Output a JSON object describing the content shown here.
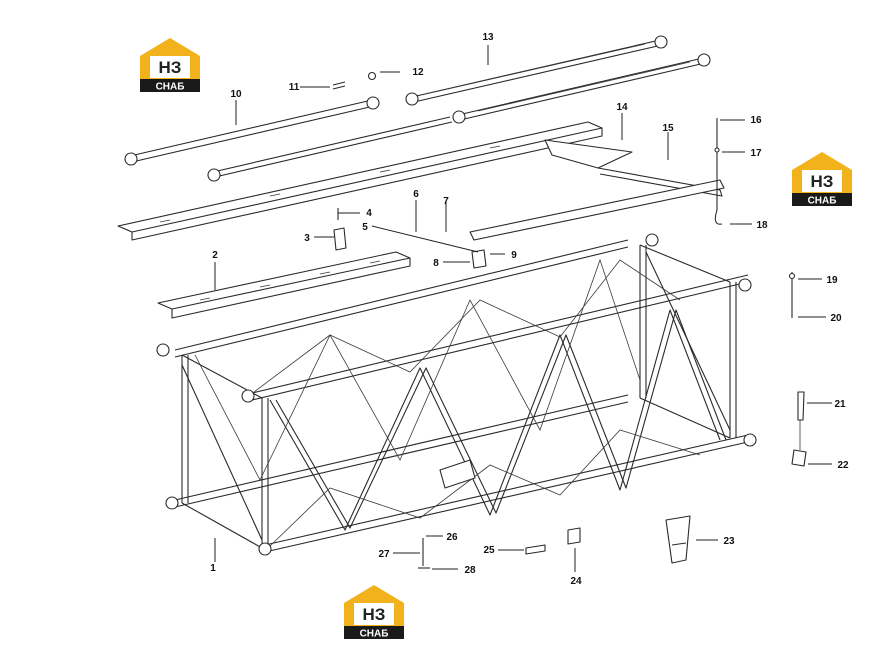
{
  "logo": {
    "mark": "НЗ",
    "text": "СНАБ",
    "color_bg": "#f2b21c",
    "color_bar": "#1a1a1a"
  },
  "callouts": [
    "1",
    "2",
    "3",
    "4",
    "5",
    "6",
    "7",
    "8",
    "9",
    "10",
    "11",
    "12",
    "13",
    "14",
    "15",
    "16",
    "17",
    "18",
    "19",
    "20",
    "21",
    "22",
    "23",
    "24",
    "25",
    "26",
    "27",
    "28"
  ]
}
